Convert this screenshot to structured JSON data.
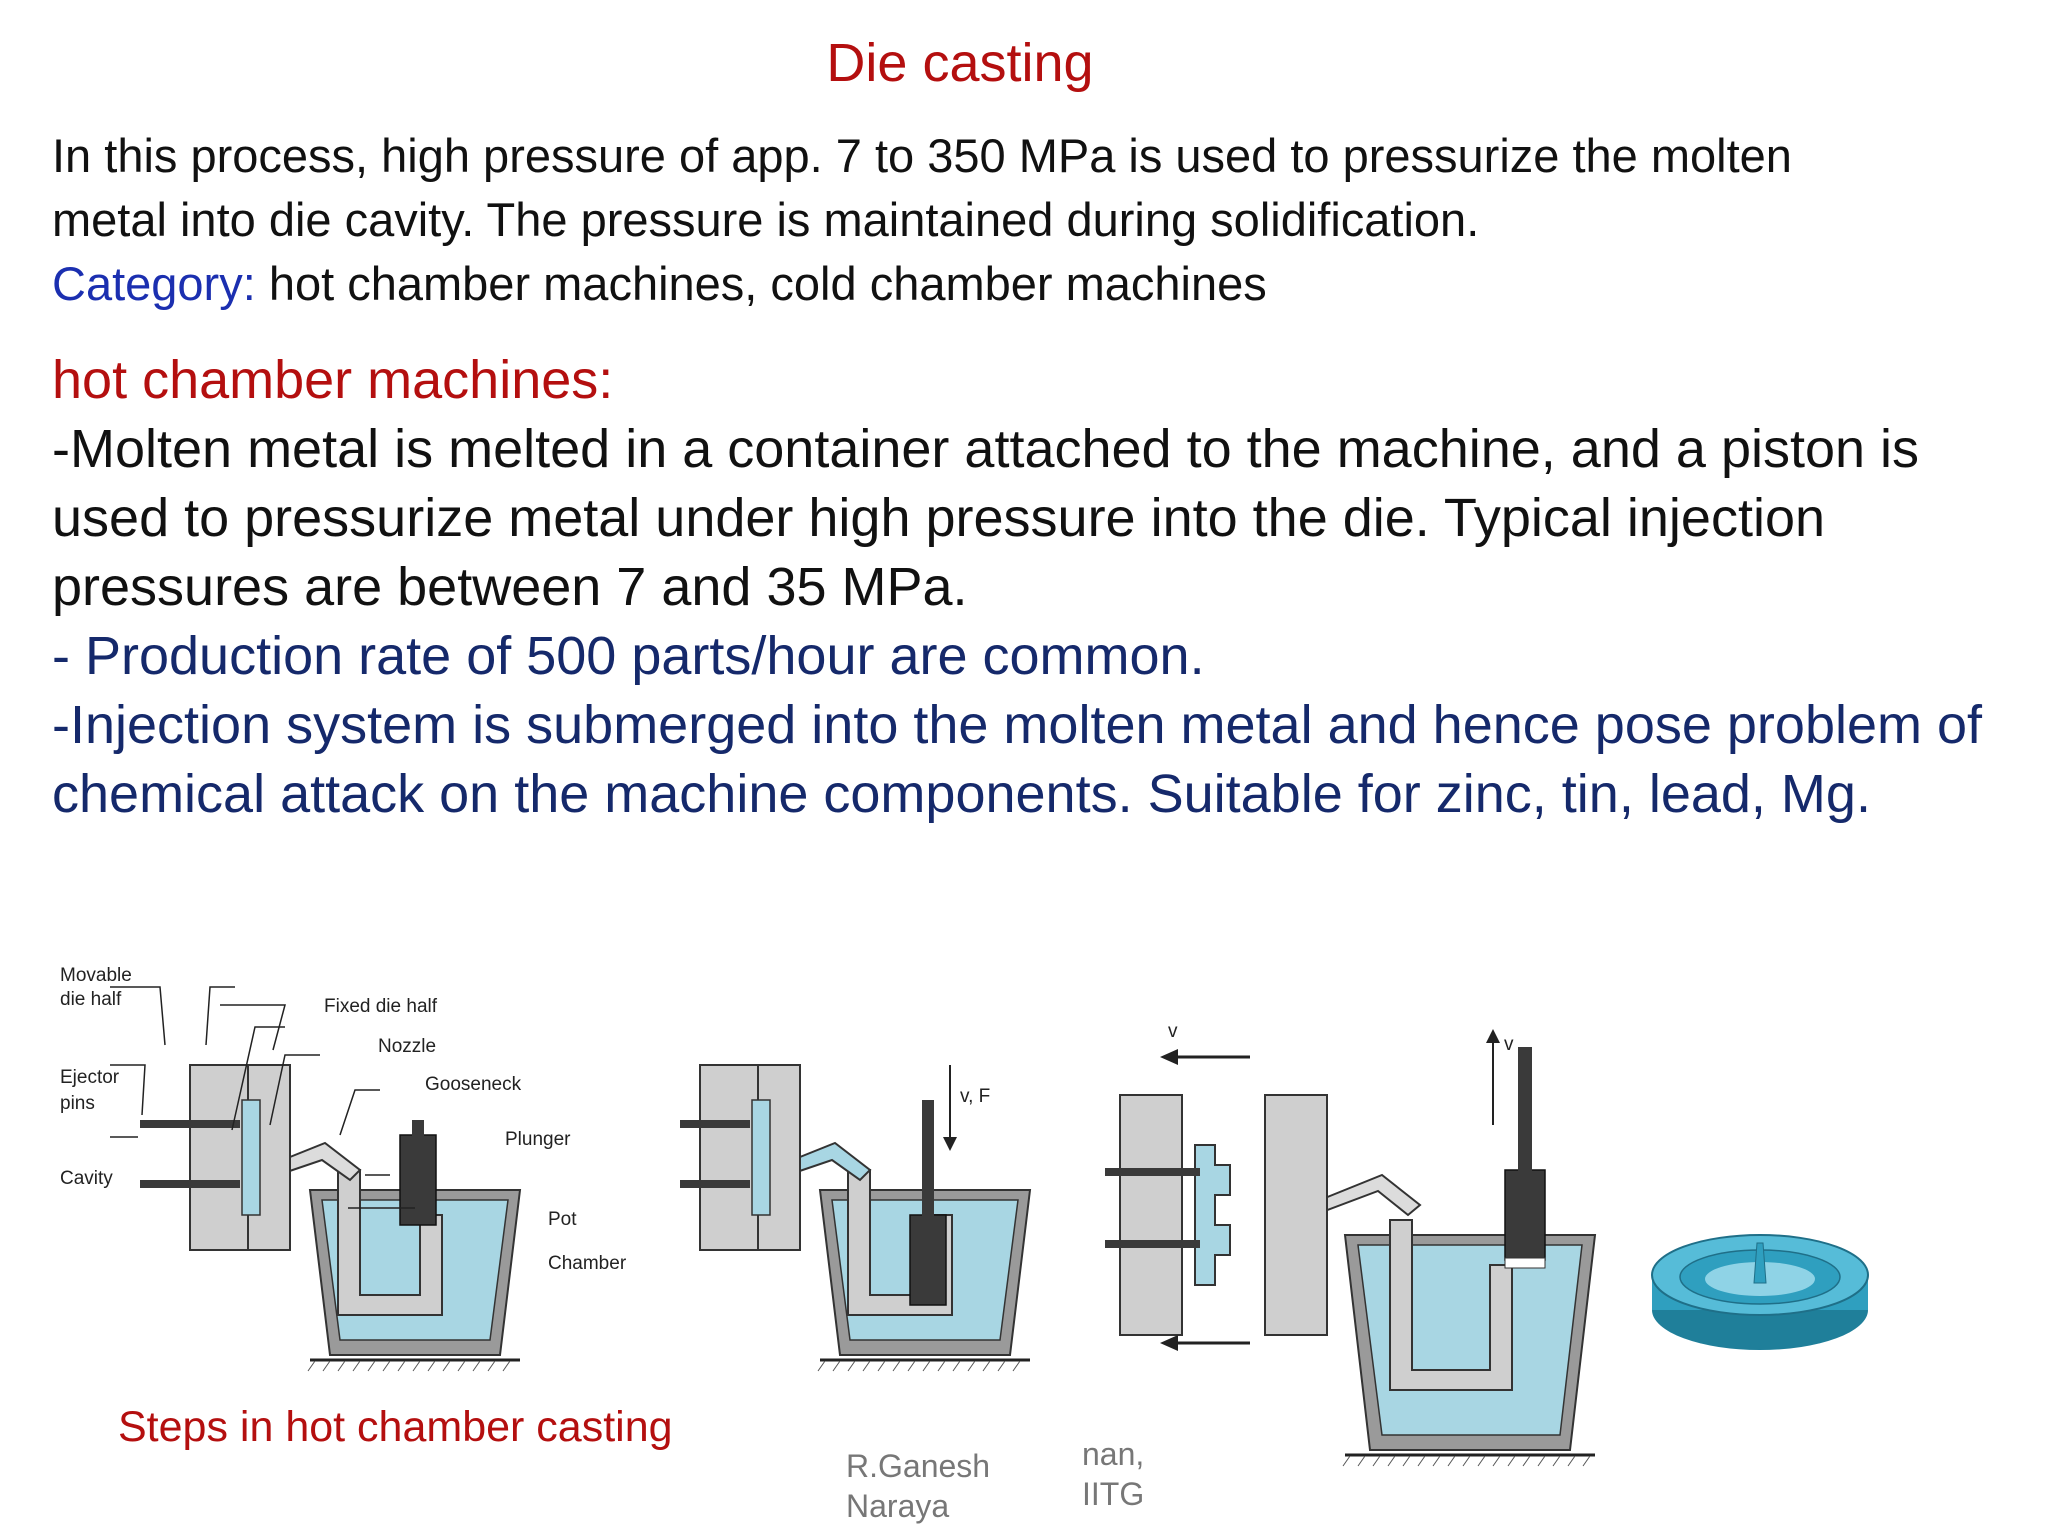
{
  "slide": {
    "title": "Die casting",
    "intro_line1": "In this process, high pressure of app. 7 to 350 MPa is used to pressurize the molten",
    "intro_line2": "metal into die cavity. The pressure is maintained during solidification.",
    "category_label": "Category:",
    "category_text": " hot chamber machines, cold chamber machines",
    "hot_heading": "hot chamber machines:",
    "hot_para1": "-Molten metal is melted in a container attached to the machine, and a piston is used to pressurize metal under high pressure into the die. Typical injection pressures are between 7 and 35 MPa.",
    "hot_para2": "- Production rate of 500 parts/hour are common.",
    "hot_para3": "-Injection system is submerged into the molten metal and hence pose problem of chemical attack on the machine components. Suitable for zinc, tin, lead, Mg.",
    "caption": "Steps in hot chamber casting",
    "author_a1": "R.Ganesh",
    "author_a2": "Naraya",
    "author_b1": "nan,",
    "author_b2": "IITG"
  },
  "diagram": {
    "labels": {
      "movable_1": "Movable",
      "movable_2": "die half",
      "fixed": "Fixed die half",
      "nozzle": "Nozzle",
      "gooseneck": "Gooseneck",
      "ejector_1": "Ejector",
      "ejector_2": "pins",
      "plunger": "Plunger",
      "cavity": "Cavity",
      "pot": "Pot",
      "chamber": "Chamber",
      "vf": "v, F",
      "v1": "v",
      "v2": "v"
    },
    "colors": {
      "metal": "#a8d6e3",
      "die": "#cfcfcf",
      "dark": "#3a3a3a",
      "part": "#2f9fbf"
    }
  }
}
